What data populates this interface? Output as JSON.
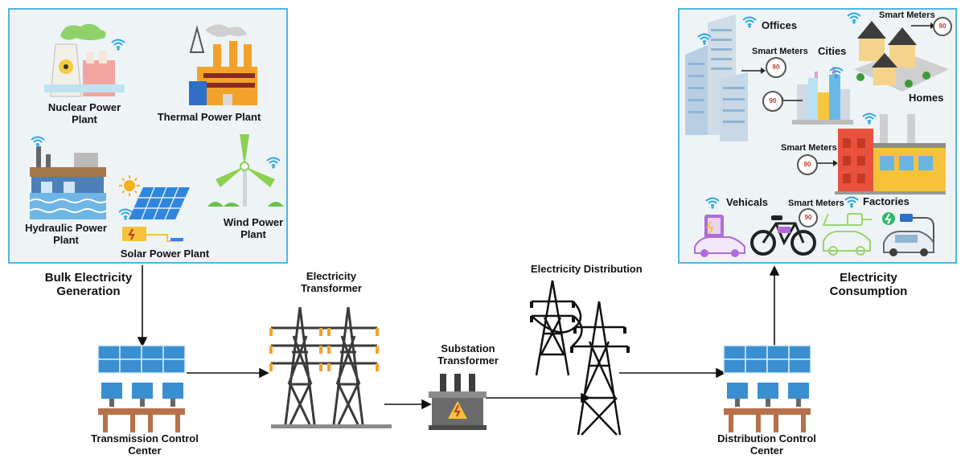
{
  "generation": {
    "nuclear": [
      "Nuclear Power",
      "Plant"
    ],
    "thermal": "Thermal Power Plant",
    "hydraulic": [
      "Hydraulic Power",
      "Plant"
    ],
    "solar": "Solar Power Plant",
    "wind": [
      "Wind Power",
      "Plant"
    ],
    "section": [
      "Bulk Electricity",
      "Generation"
    ]
  },
  "transmission": {
    "control_center": [
      "Transmission Control",
      "Center"
    ],
    "transformer": [
      "Electricity",
      "Transformer"
    ],
    "substation": [
      "Substation",
      "Transformer"
    ],
    "distribution": "Electricity Distribution"
  },
  "distribution": {
    "control_center": [
      "Distribution Control",
      "Center"
    ]
  },
  "consumption": {
    "section": [
      "Electricity",
      "Consumption"
    ],
    "offices": "Offices",
    "cities": "Cities",
    "homes": "Homes",
    "factories": "Factories",
    "vehicals": "Vehicals",
    "smart_meters": "Smart Meters",
    "meter_reading": "90"
  },
  "colors": {
    "box_border": "#4fb6e3",
    "box_fill": "#eef4f6",
    "panel_blue": "#3a8fd0",
    "wifi_blue": "#2aa6e0"
  }
}
